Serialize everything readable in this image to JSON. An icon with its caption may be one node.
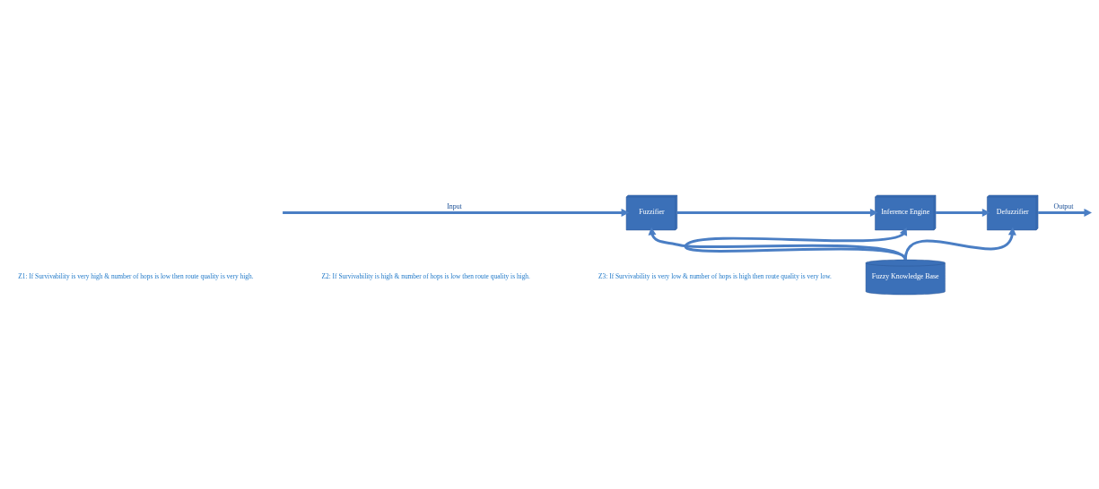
{
  "diagram": {
    "nodes": [
      {
        "text": [
          "Fuzzifier"
        ]
      },
      {
        "text": [
          "Inference Engine"
        ]
      },
      {
        "text": [
          "Defuzzifier"
        ]
      },
      {
        "text": [
          "Fuzzy Knowledge Base"
        ]
      }
    ],
    "edges": [
      {
        "from": null,
        "to": 0,
        "arrow": "to",
        "label": "Input"
      },
      {
        "from": 0,
        "to": 1,
        "arrow": "to"
      },
      {
        "from": 1,
        "to": 2,
        "arrow": "to"
      },
      {
        "from": 2,
        "to": null,
        "arrow": "to",
        "label": "Output"
      },
      {
        "from": 3,
        "to": 0,
        "arrow": "to"
      },
      {
        "from": 3,
        "to": 1,
        "arrow": "to"
      },
      {
        "from": 3,
        "to": 2,
        "arrow": "to"
      }
    ],
    "labels": [
      "Z1: If Survivability is very high & number of hops is low then route quality is very high.",
      "Z2: If Survivability is high & number of hops is low then route quality is high.",
      "Z3: If Survivability is very low & number of hops is high then route quality is very low."
    ]
  }
}
